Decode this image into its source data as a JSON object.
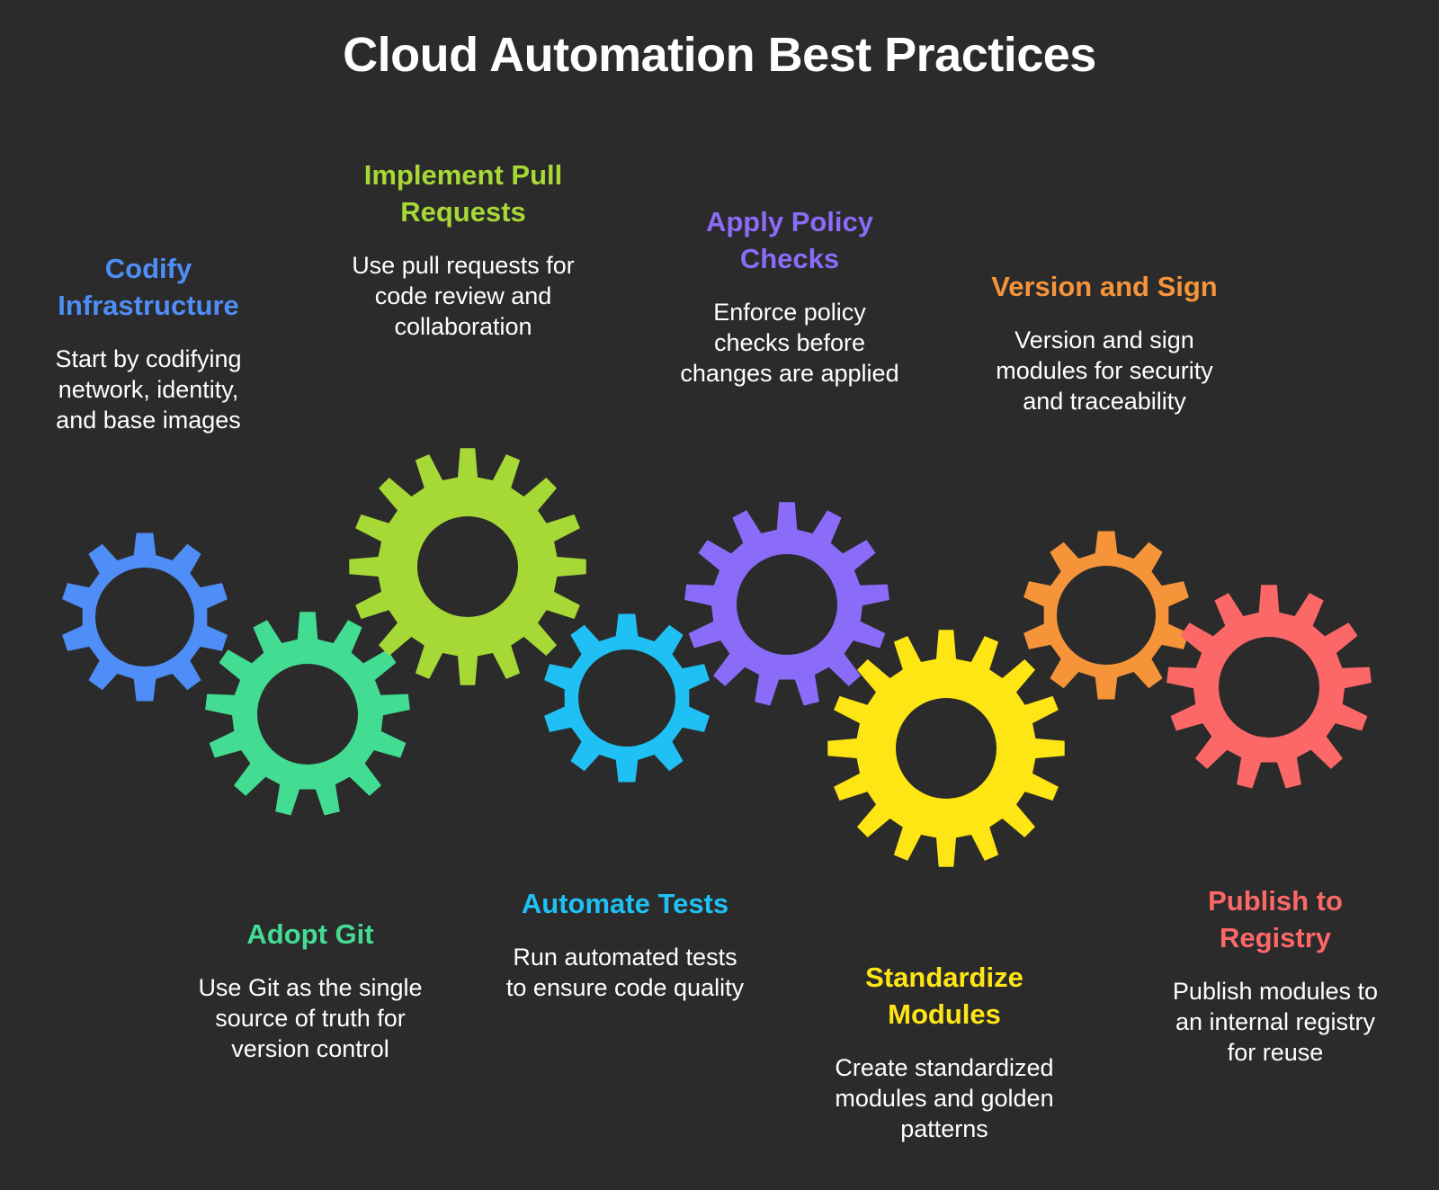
{
  "title": "Cloud Automation Best Practices",
  "steps": [
    {
      "heading": "Codify Infrastructure",
      "description": "Start by codifying network, identity, and base images",
      "color": "#4f8ef7"
    },
    {
      "heading": "Adopt Git",
      "description": "Use Git as the single source of truth for version control",
      "color": "#42dc93"
    },
    {
      "heading": "Implement Pull Requests",
      "description": "Use pull requests for code review and collaboration",
      "color": "#a6d936"
    },
    {
      "heading": "Automate Tests",
      "description": "Run automated tests to ensure code quality",
      "color": "#1fc1f5"
    },
    {
      "heading": "Apply Policy Checks",
      "description": "Enforce policy checks before changes are applied",
      "color": "#8a6cf8"
    },
    {
      "heading": "Standardize Modules",
      "description": "Create standardized modules and golden patterns",
      "color": "#fee614"
    },
    {
      "heading": "Version and Sign",
      "description": "Version and sign modules for security and traceability",
      "color": "#f6943a"
    },
    {
      "heading": "Publish to Registry",
      "description": "Publish modules to an internal registry for reuse",
      "color": "#fc6867"
    }
  ]
}
